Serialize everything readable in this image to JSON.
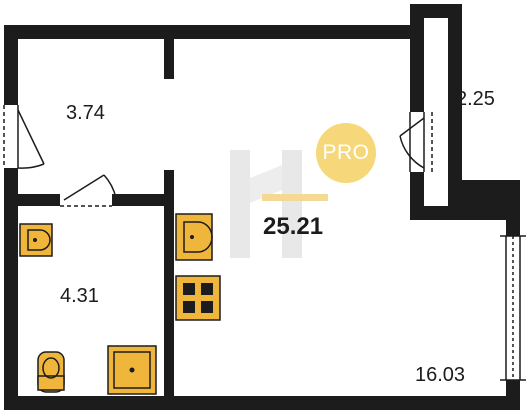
{
  "rooms": [
    {
      "id": "hall",
      "area": "3.74"
    },
    {
      "id": "storage",
      "area": "2.25"
    },
    {
      "id": "bathroom",
      "area": "4.31"
    },
    {
      "id": "living",
      "area": "16.03"
    }
  ],
  "total_area": "25.21",
  "badge": {
    "text": "PRO"
  },
  "colors": {
    "wall": "#1c1c1c",
    "fixture_fill": "#f0b63c",
    "fixture_stroke": "#1c1c1c",
    "badge": "#f6d87a",
    "watermark_gray": "#e4e4e4",
    "watermark_gold": "#f3d58a"
  },
  "icons": [
    "door-icon",
    "sink-icon",
    "toilet-icon",
    "shower-tray-icon",
    "kitchen-sink-icon",
    "stove-icon",
    "window-icon",
    "brand-logo-icon"
  ]
}
